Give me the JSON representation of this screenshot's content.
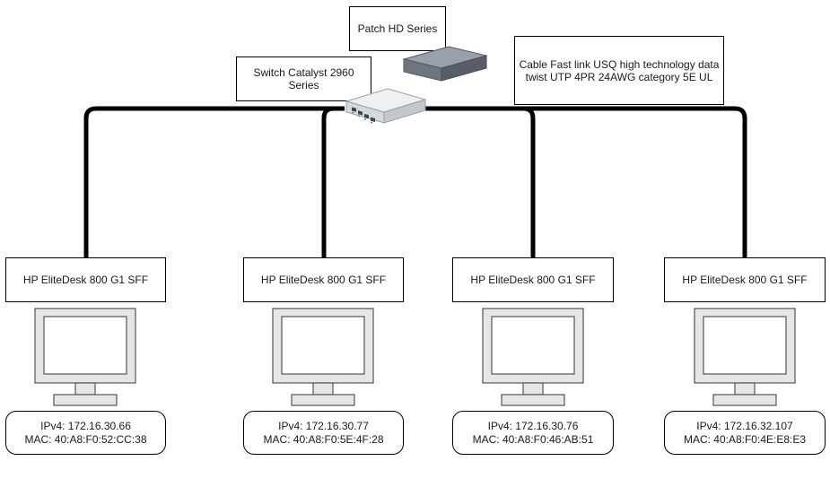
{
  "labels": {
    "patch": "Patch HD Series",
    "switch": "Switch Catalyst 2960 Series",
    "cable": "Cable Fast link USQ high technology data twist UTP 4PR 24AWG category 5E UL"
  },
  "icons": {
    "patch": "patch-panel-icon",
    "switch": "network-switch-icon",
    "computer": "desktop-monitor-icon"
  },
  "hosts": [
    {
      "name": "HP EliteDesk 800 G1 SFF",
      "ipv4": "IPv4: 172.16.30.66",
      "mac": "MAC: 40:A8:F0:52:CC:38"
    },
    {
      "name": "HP EliteDesk 800 G1 SFF",
      "ipv4": "IPv4: 172.16.30.77",
      "mac": "MAC: 40:A8:F0:5E:4F:28"
    },
    {
      "name": "HP EliteDesk 800 G1 SFF",
      "ipv4": "IPv4: 172.16.30.76",
      "mac": "MAC: 40:A8:F0:46:AB:51"
    },
    {
      "name": "HP EliteDesk 800 G1 SFF",
      "ipv4": "IPv4: 172.16.32.107",
      "mac": "MAC: 40:A8:F0:4E:E8:E3"
    }
  ]
}
